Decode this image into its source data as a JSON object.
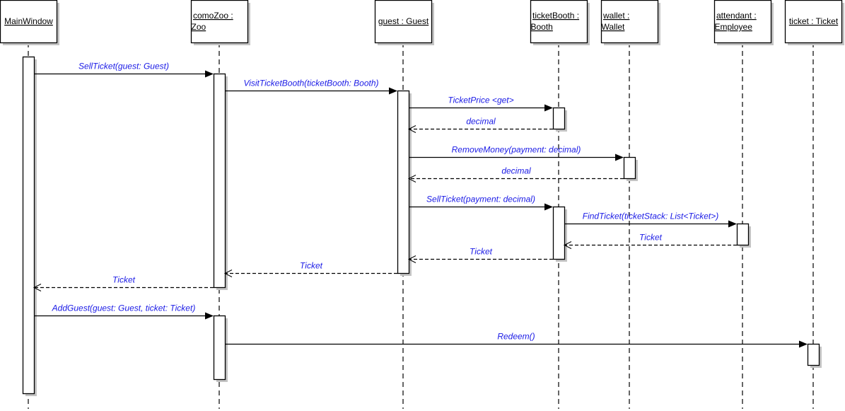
{
  "diagram": {
    "type": "UML sequence diagram",
    "colors": {
      "message_text": "#1a1ae6",
      "lines": "#000000",
      "shadow": "#c4c4c4"
    },
    "lifelines": [
      {
        "id": "mainwindow",
        "lines": [
          "MainWindow"
        ]
      },
      {
        "id": "comozoo",
        "lines": [
          "comoZoo :",
          "Zoo"
        ]
      },
      {
        "id": "guest",
        "lines": [
          "guest : Guest"
        ]
      },
      {
        "id": "ticketbooth",
        "lines": [
          "ticketBooth :",
          "Booth"
        ]
      },
      {
        "id": "wallet",
        "lines": [
          "wallet :",
          "Wallet"
        ]
      },
      {
        "id": "attendant",
        "lines": [
          "attendant :",
          "Employee"
        ]
      },
      {
        "id": "ticket",
        "lines": [
          "ticket : Ticket"
        ]
      }
    ],
    "messages": [
      {
        "from": "mainwindow",
        "to": "comozoo",
        "kind": "sync",
        "label": "SellTicket(guest: Guest)"
      },
      {
        "from": "comozoo",
        "to": "guest",
        "kind": "sync",
        "label": "VisitTicketBooth(ticketBooth: Booth)"
      },
      {
        "from": "guest",
        "to": "ticketbooth",
        "kind": "sync",
        "label": "TicketPrice <get>"
      },
      {
        "from": "ticketbooth",
        "to": "guest",
        "kind": "return",
        "label": "decimal"
      },
      {
        "from": "guest",
        "to": "wallet",
        "kind": "sync",
        "label": "RemoveMoney(payment: decimal)"
      },
      {
        "from": "wallet",
        "to": "guest",
        "kind": "return",
        "label": "decimal"
      },
      {
        "from": "guest",
        "to": "ticketbooth",
        "kind": "sync",
        "label": "SellTicket(payment: decimal)"
      },
      {
        "from": "ticketbooth",
        "to": "attendant",
        "kind": "sync",
        "label": "FindTicket(ticketStack: List<Ticket>)"
      },
      {
        "from": "attendant",
        "to": "ticketbooth",
        "kind": "return",
        "label": "Ticket"
      },
      {
        "from": "ticketbooth",
        "to": "guest",
        "kind": "return",
        "label": "Ticket"
      },
      {
        "from": "guest",
        "to": "comozoo",
        "kind": "return",
        "label": "Ticket"
      },
      {
        "from": "comozoo",
        "to": "mainwindow",
        "kind": "return",
        "label": "Ticket"
      },
      {
        "from": "mainwindow",
        "to": "comozoo",
        "kind": "sync",
        "label": "AddGuest(guest: Guest, ticket: Ticket)"
      },
      {
        "from": "comozoo",
        "to": "ticket",
        "kind": "sync",
        "label": "Redeem()"
      }
    ]
  }
}
